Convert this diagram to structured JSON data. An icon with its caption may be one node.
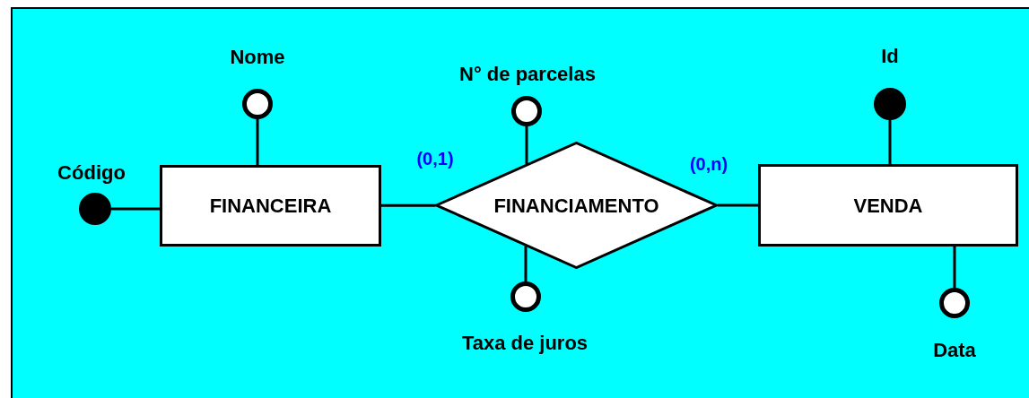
{
  "diagram": {
    "nodes": [
      {
        "text": [
          "FINANCEIRA"
        ]
      },
      {
        "text": [
          "FINANCIAMENTO"
        ]
      },
      {
        "text": [
          "VENDA"
        ]
      },
      {
        "text": [],
        "shape": "circle",
        "beside": [
          "Nome"
        ]
      },
      {
        "text": [],
        "shape": "dot",
        "beside": [
          "Código"
        ]
      },
      {
        "text": [],
        "shape": "circle",
        "beside": [
          "N° de parcelas"
        ]
      },
      {
        "text": [],
        "shape": "circle",
        "beside": [
          "Taxa de juros"
        ]
      },
      {
        "text": [],
        "shape": "dot",
        "beside": [
          "Id"
        ]
      },
      {
        "text": [],
        "shape": "circle",
        "beside": [
          "Data"
        ]
      }
    ],
    "edges": [
      {
        "from": 0,
        "to": 1,
        "arrow": "none",
        "label": "(0,1)"
      },
      {
        "from": 1,
        "to": 2,
        "arrow": "none",
        "label": "(0,n)"
      },
      {
        "from": 0,
        "to": 3,
        "arrow": "none"
      },
      {
        "from": 0,
        "to": 4,
        "arrow": "none"
      },
      {
        "from": 1,
        "to": 5,
        "arrow": "none"
      },
      {
        "from": 1,
        "to": 6,
        "arrow": "none"
      },
      {
        "from": 2,
        "to": 7,
        "arrow": "none"
      },
      {
        "from": 2,
        "to": 8,
        "arrow": "none"
      }
    ]
  }
}
